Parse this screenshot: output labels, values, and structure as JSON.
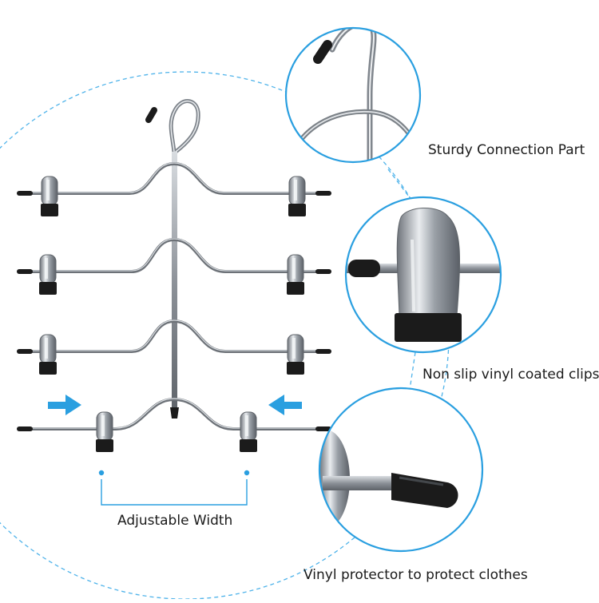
{
  "callouts": {
    "connection": "Sturdy Connection Part",
    "clips": "Non slip vinyl coated clips",
    "protector": "Vinyl protector to protect clothes",
    "width": "Adjustable Width"
  },
  "colors": {
    "accent_blue": "#2a9fe0",
    "dashed_line": "#4fb3ea",
    "metal": "#8a8f96",
    "vinyl_black": "#1b1b1b"
  },
  "icons": [
    "arrow-right-icon",
    "arrow-left-icon"
  ]
}
